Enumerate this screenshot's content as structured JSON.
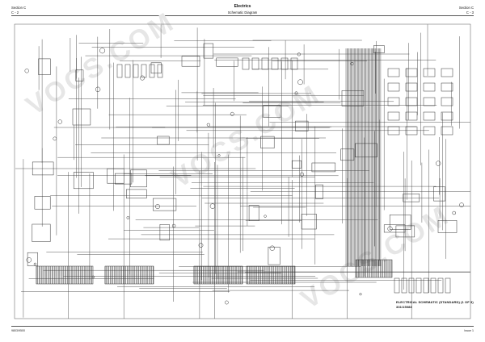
{
  "header": {
    "left_section": "Section C",
    "left_page": "C - 2",
    "center_title": "Electrics",
    "center_subtitle": "Schematic Diagram",
    "right_section": "Section C",
    "right_page": "C - 3"
  },
  "footer": {
    "left_code": "9803/9500",
    "right_issue": "Issue 1"
  },
  "diagram": {
    "caption_line1": "ELECTRICAL SCHEMATIC (STANDARD) (1 OF 3)",
    "caption_line2": "331/15088"
  },
  "watermark": {
    "text": "VOCS.COM"
  },
  "colors": {
    "line": "#444444",
    "background": "#ffffff",
    "watermark": "#e6e6e6"
  }
}
